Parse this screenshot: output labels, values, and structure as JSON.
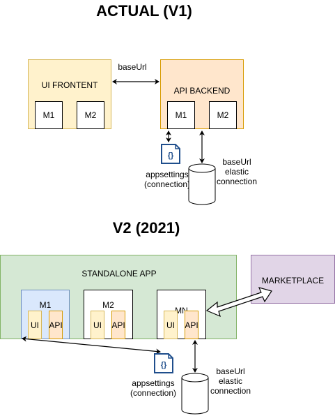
{
  "v1": {
    "title": "ACTUAL (V1)",
    "frontend_label": "UI FRONTENT",
    "backend_label": "API BACKEND",
    "frontend_modules": [
      "M1",
      "M2"
    ],
    "backend_modules": [
      "M1",
      "M2"
    ],
    "link_label": "baseUrl",
    "appsettings_label": "appsettings\n(connection)",
    "db_label": "baseUrl\nelastic\nconnection"
  },
  "v2": {
    "title": "V2 (2021)",
    "standalone_label": "STANDALONE APP",
    "marketplace_label": "MARKETPLACE",
    "modules": [
      {
        "name": "M1",
        "ui": "UI",
        "api": "API"
      },
      {
        "name": "M2",
        "ui": "UI",
        "api": "API"
      },
      {
        "name": "MN",
        "ui": "UI",
        "api": "API"
      }
    ],
    "appsettings_label": "appsettings\n(connection)",
    "db_label": "baseUrl\nelastic\nconnection"
  },
  "colors": {
    "frontend_fill": "#fff2cc",
    "frontend_stroke": "#d6b656",
    "backend_fill": "#ffe6cc",
    "backend_stroke": "#d79b00",
    "standalone_fill": "#d5e8d4",
    "standalone_stroke": "#82b366",
    "marketplace_fill": "#e1d5e7",
    "marketplace_stroke": "#9673a6",
    "m1_fill": "#dae8fc",
    "m1_stroke": "#6c8ebf",
    "json_icon": "#1f4e8c"
  },
  "icons": [
    "json-file-icon",
    "database-icon"
  ]
}
